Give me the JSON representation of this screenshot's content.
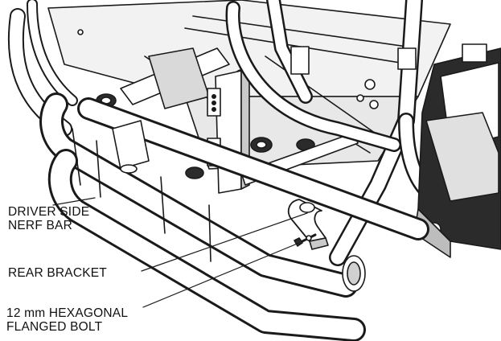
{
  "callouts": {
    "nerf_bar": {
      "line1": "DRIVER SIDE",
      "line2": "NERF BAR"
    },
    "rear_bracket": {
      "line1": "REAR BRACKET"
    },
    "bolt": {
      "line1": "12 mm HEXAGONAL",
      "line2": "FLANGED BOLT"
    }
  },
  "colors": {
    "line": "#1a1a1a",
    "shade_dark": "#2b2b2b",
    "shade_mid": "#bdbdbd",
    "shade_light": "#e3e3e3",
    "background": "#ffffff"
  }
}
